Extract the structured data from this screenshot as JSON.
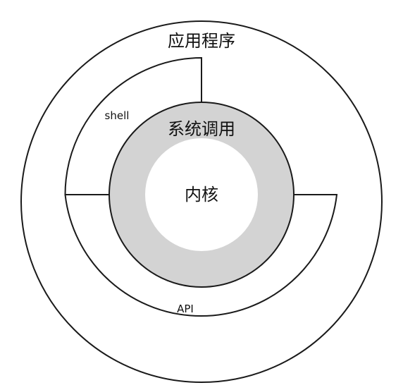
{
  "labels": {
    "application": "应用程序",
    "shell": "shell",
    "system_call": "系统调用",
    "kernel": "内核",
    "api": "API"
  },
  "colors": {
    "background": "#ffffff",
    "stroke": "#1a1a1a",
    "system_call_ring": "#d3d3d3",
    "kernel_fill": "#ffffff",
    "text": "#111111"
  }
}
